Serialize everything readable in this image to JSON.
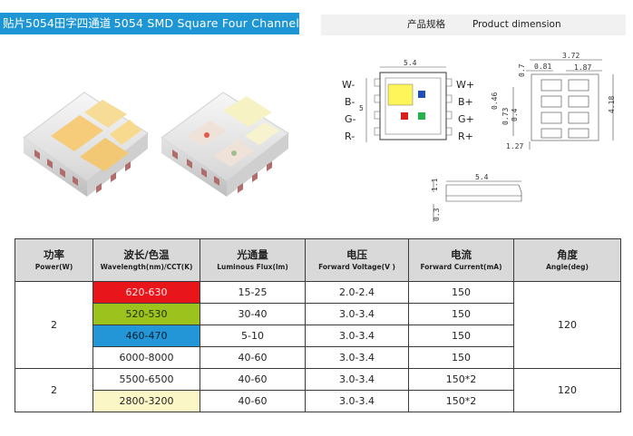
{
  "banner": {
    "cn": "贴片5054田字四通道",
    "en": "5054  SMD  Square Four Channel"
  },
  "dimension_header": {
    "cn": "产品规格",
    "en": "Product dimension"
  },
  "pins": {
    "left": [
      "W-",
      "B-",
      "G-",
      "R-"
    ],
    "right": [
      "W+",
      "B+",
      "G+",
      "R+"
    ]
  },
  "dimensions": {
    "top_width": "5.4",
    "top_height": "5",
    "right_total": "3.72",
    "right_pad": "1.87",
    "right_gap": "0.81",
    "right_top": "0.7",
    "right_height": "4.18",
    "right_a": "0.46",
    "right_b": "0.73",
    "right_c": "0.4",
    "right_bottom": "1.27",
    "side_width": "5.4",
    "side_height": "1.1",
    "side_base": "0.3"
  },
  "colors": {
    "red": "#e8161b",
    "green": "#9cc31d",
    "blue": "#2296d6",
    "warm": "#fbf6c6",
    "header_bg": "#d9d9d9",
    "banner_bg": "#1e96d5"
  },
  "table": {
    "headers": [
      {
        "cn": "功率",
        "en": "Power(W)"
      },
      {
        "cn": "波长/色温",
        "en": "Wavelength(nm)/CCT(K)"
      },
      {
        "cn": "光通量",
        "en": "Luminous Flux(lm)"
      },
      {
        "cn": "电压",
        "en": "Forward Voltage(V )"
      },
      {
        "cn": "电流",
        "en": "Forward Current(mA)"
      },
      {
        "cn": "角度",
        "en": "Angle(deg)"
      }
    ],
    "group1": {
      "power": "2",
      "angle": "120",
      "rows": [
        {
          "wavelength": "620-630",
          "flux": "15-25",
          "voltage": "2.0-2.4",
          "current": "150"
        },
        {
          "wavelength": "520-530",
          "flux": "30-40",
          "voltage": "3.0-3.4",
          "current": "150"
        },
        {
          "wavelength": "460-470",
          "flux": "5-10",
          "voltage": "3.0-3.4",
          "current": "150"
        },
        {
          "wavelength": "6000-8000",
          "flux": "40-60",
          "voltage": "3.0-3.4",
          "current": "150"
        }
      ]
    },
    "group2": {
      "power": "2",
      "angle": "120",
      "rows": [
        {
          "wavelength": "5500-6500",
          "flux": "40-60",
          "voltage": "3.0-3.4",
          "current": "150*2"
        },
        {
          "wavelength": "2800-3200",
          "flux": "40-60",
          "voltage": "3.0-3.4",
          "current": "150*2"
        }
      ]
    }
  }
}
